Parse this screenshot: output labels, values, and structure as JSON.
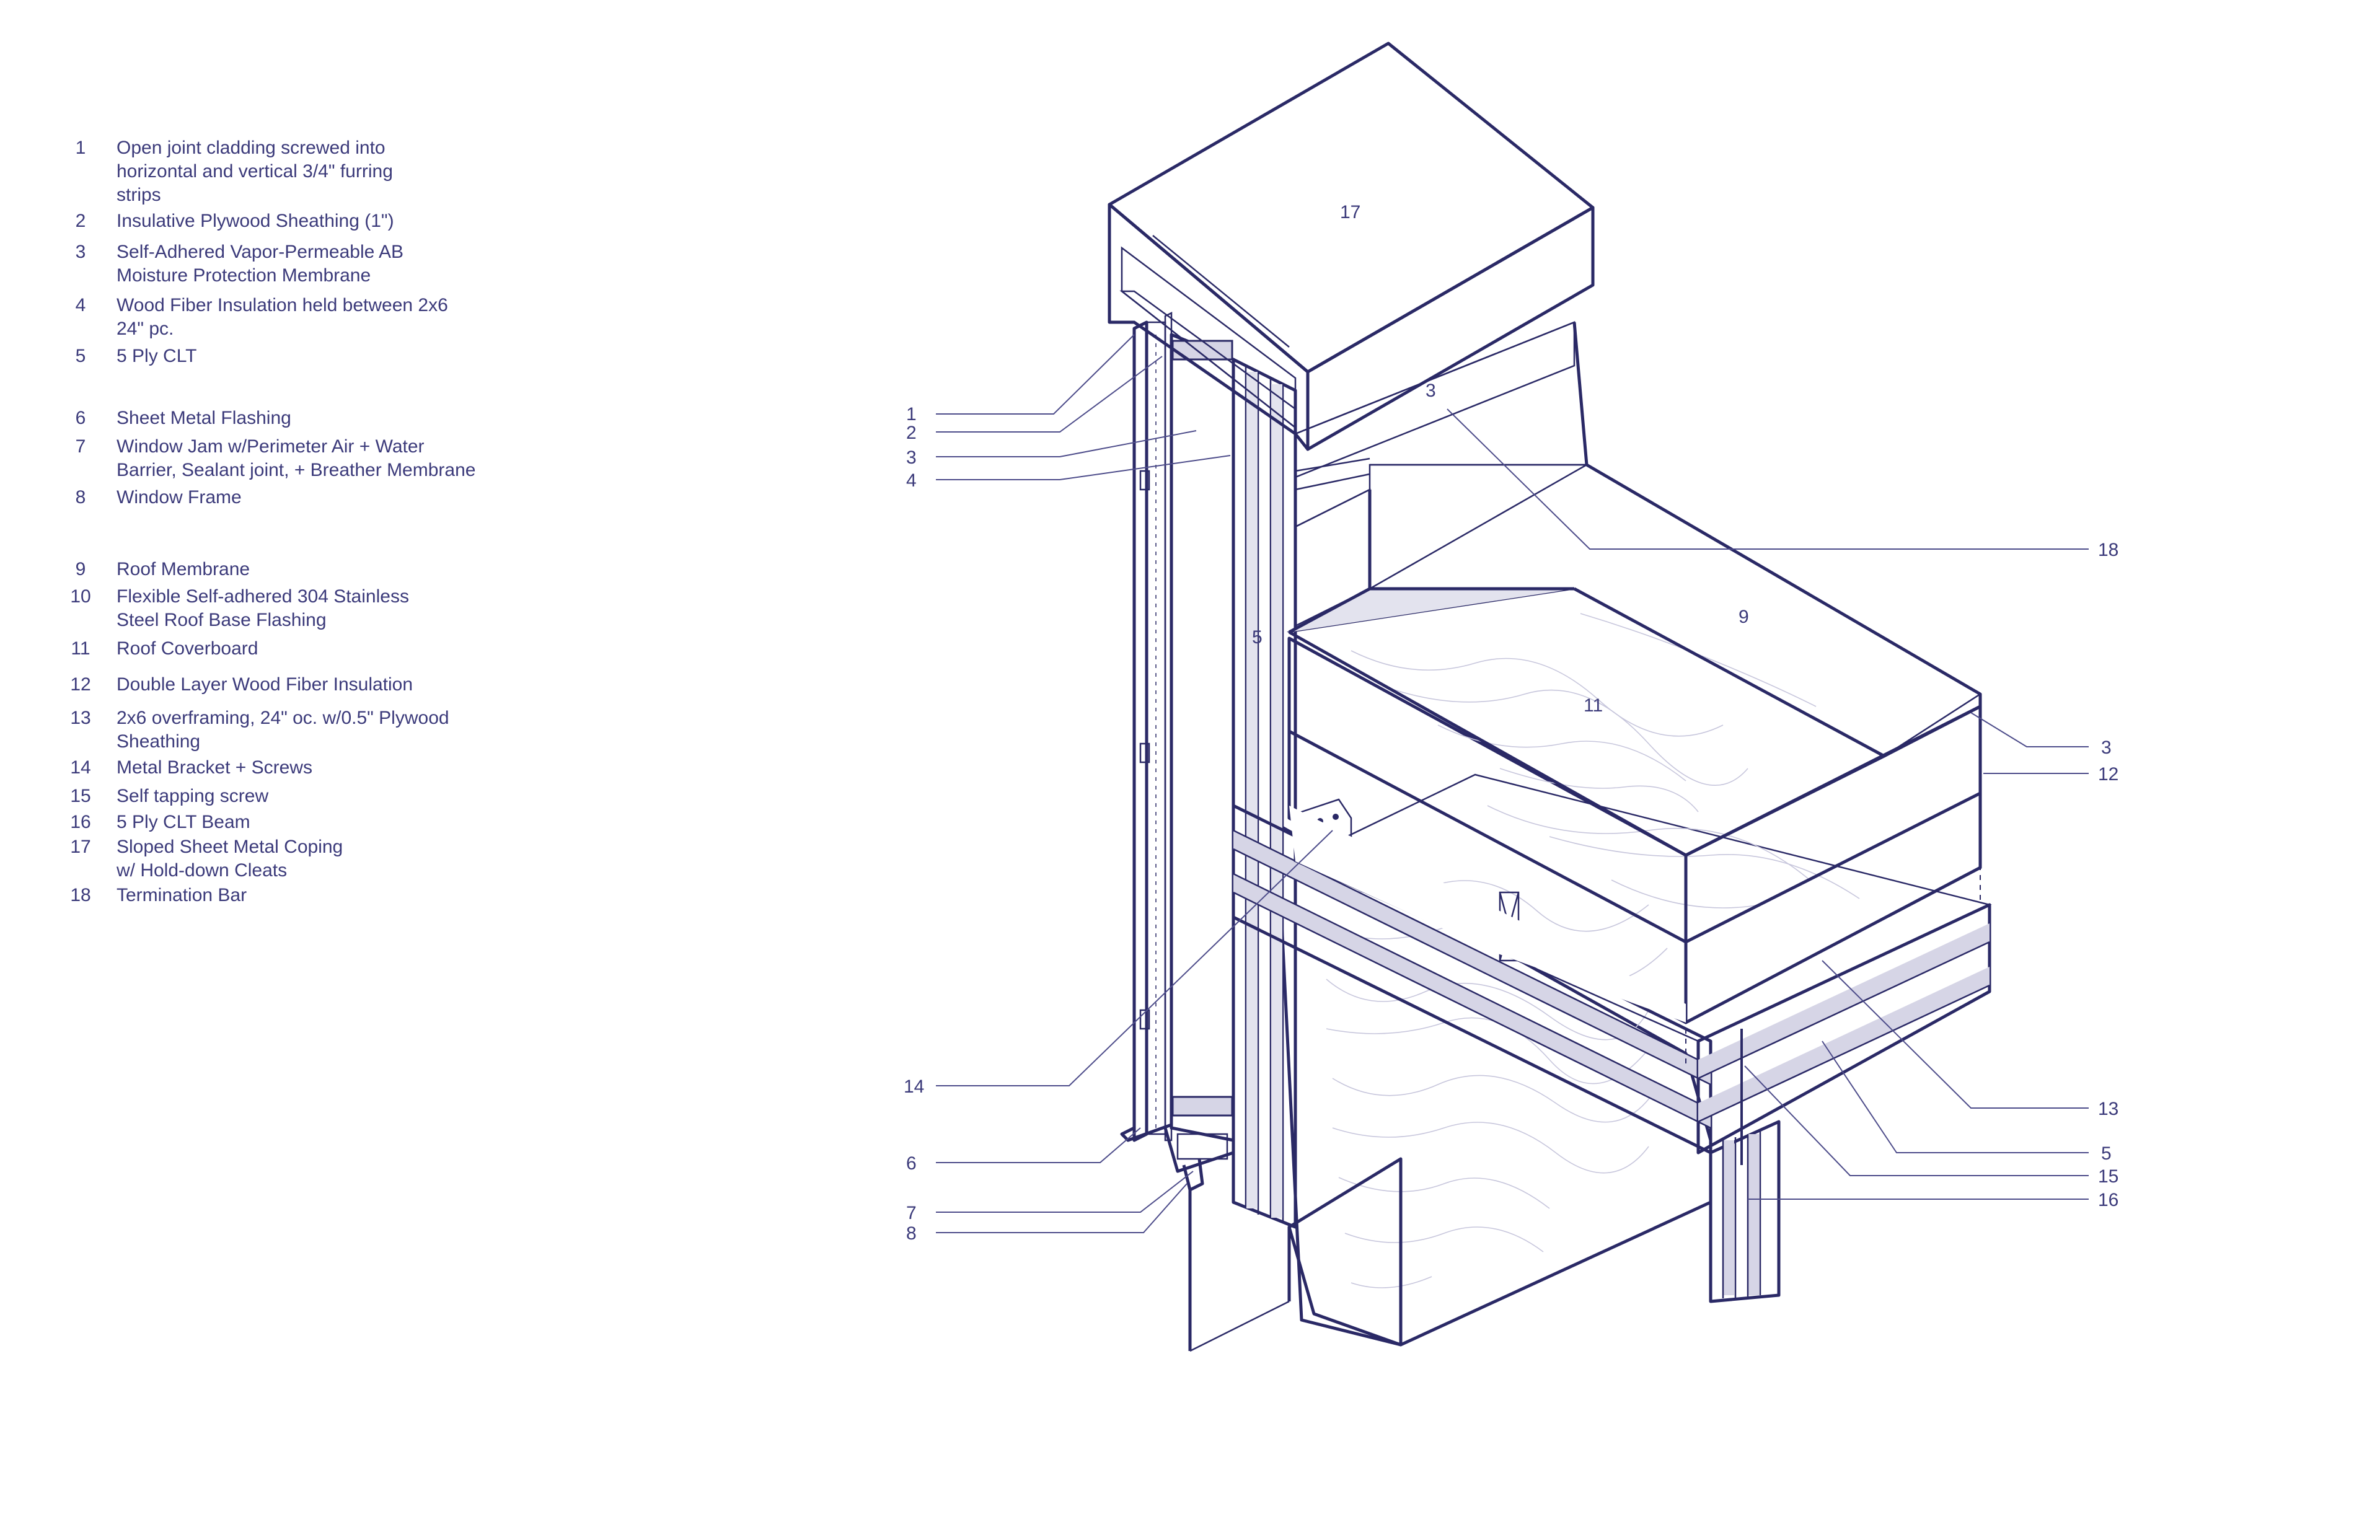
{
  "legend": [
    {
      "num": "1",
      "text": "Open joint cladding screwed into\nhorizontal and vertical 3/4\" furring\nstrips"
    },
    {
      "num": "2",
      "text": "Insulative Plywood Sheathing (1\")"
    },
    {
      "num": "3",
      "text": "Self-Adhered Vapor-Permeable AB\nMoisture Protection Membrane"
    },
    {
      "num": "4",
      "text": "Wood Fiber Insulation held between 2x6\n24\" pc."
    },
    {
      "num": "5",
      "text": "5 Ply CLT"
    },
    {
      "num": "6",
      "text": "Sheet Metal Flashing"
    },
    {
      "num": "7",
      "text": "Window Jam w/Perimeter Air + Water\nBarrier, Sealant joint, + Breather Membrane"
    },
    {
      "num": "8",
      "text": "Window Frame"
    },
    {
      "num": "9",
      "text": "Roof Membrane"
    },
    {
      "num": "10",
      "text": "Flexible Self-adhered 304 Stainless\nSteel Roof Base Flashing"
    },
    {
      "num": "11",
      "text": "Roof Coverboard"
    },
    {
      "num": "12",
      "text": "Double Layer Wood Fiber Insulation"
    },
    {
      "num": "13",
      "text": "2x6 overframing, 24\" oc. w/0.5\" Plywood\nSheathing"
    },
    {
      "num": "14",
      "text": "Metal Bracket + Screws"
    },
    {
      "num": "15",
      "text": "Self tapping screw"
    },
    {
      "num": "16",
      "text": "5 Ply CLT Beam"
    },
    {
      "num": "17",
      "text": "Sloped Sheet Metal Coping\nw/ Hold-down Cleats"
    },
    {
      "num": "18",
      "text": "Termination Bar"
    }
  ],
  "callouts_left": [
    "1",
    "2",
    "3",
    "4",
    "14",
    "6",
    "7",
    "8"
  ],
  "callouts_right": [
    "18",
    "3",
    "12",
    "13",
    "5",
    "15",
    "16"
  ],
  "part_labels": [
    "17",
    "3",
    "5",
    "9",
    "11"
  ],
  "colors": {
    "ink": "#2a2966",
    "text": "#3b3a7a",
    "membrane": "#e3e3ee",
    "membrane_dark": "#d6d5e6",
    "paper": "#ffffff"
  }
}
